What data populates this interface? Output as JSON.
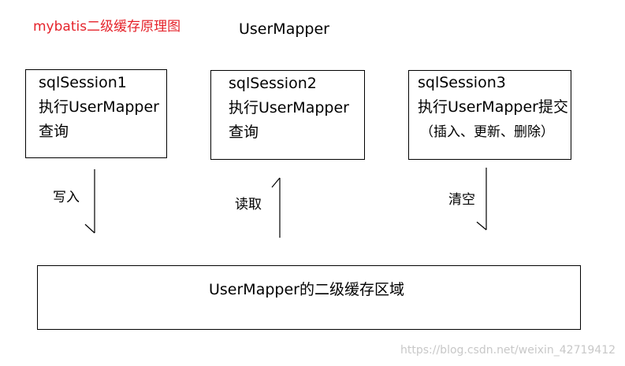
{
  "title": "mybatis二级缓存原理图",
  "mapper_title": "UserMapper",
  "sessions": [
    {
      "name": "sqlSession1",
      "line2": "执行UserMapper",
      "line3": "查询"
    },
    {
      "name": "sqlSession2",
      "line2": "执行UserMapper",
      "line3": "查询"
    },
    {
      "name": "sqlSession3",
      "line2": "执行UserMapper提交",
      "line3": "（插入、更新、删除）"
    }
  ],
  "actions": {
    "write": "写入",
    "read": "读取",
    "clear": "清空"
  },
  "cache_area": "UserMapper的二级缓存区域",
  "watermark": "https://blog.csdn.net/weixin_42719412"
}
